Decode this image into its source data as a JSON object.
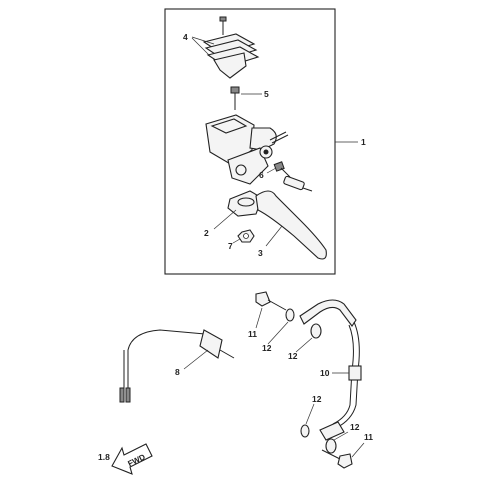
{
  "labels": {
    "p1": "1",
    "p2": "2",
    "p3": "3",
    "p4": "4",
    "p5": "5",
    "p6": "6",
    "p7": "7",
    "p8": "8",
    "p10": "10",
    "p11a": "11",
    "p11b": "11",
    "p12a": "12",
    "p12b": "12",
    "p12c": "12",
    "p12d": "12"
  },
  "fwd_arrow": {
    "text": "FWD",
    "side_mark": "1.8"
  }
}
